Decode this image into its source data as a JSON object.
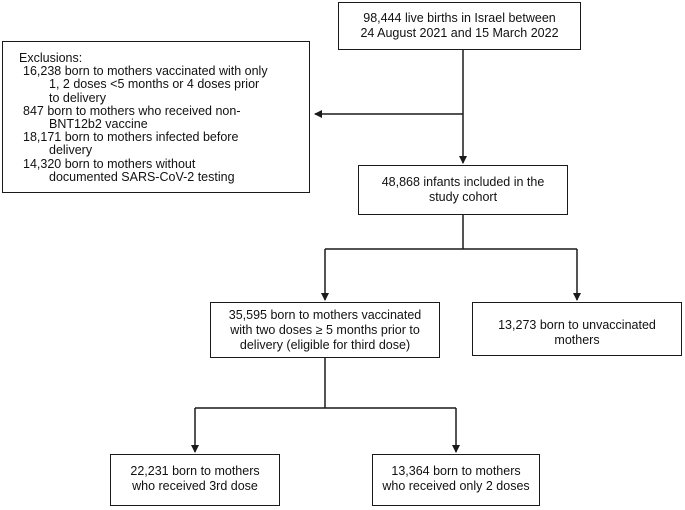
{
  "boxes": {
    "births": {
      "lines": [
        "98,444 live births in Israel between",
        "24 August 2021 and 15 March 2022"
      ]
    },
    "exclusions": {
      "title": "Exclusions:",
      "lines": [
        "16,238 born to mothers vaccinated with only",
        "1, 2 doses <5 months or 4 doses prior",
        "to delivery",
        "847 born to mothers who received non-",
        "BNT12b2 vaccine",
        "18,171 born to mothers infected before",
        "delivery",
        "14,320 born to mothers without",
        "documented SARS-CoV-2 testing"
      ]
    },
    "cohort": {
      "lines": [
        "48,868 infants included in the",
        "study cohort"
      ]
    },
    "vaccinated_two": {
      "lines": [
        "35,595 born to mothers vaccinated",
        "with two doses ≥ 5 months prior to",
        "delivery (eligible for third dose)"
      ]
    },
    "unvaccinated": {
      "lines": [
        "13,273 born to unvaccinated",
        "mothers"
      ]
    },
    "third_dose": {
      "lines": [
        "22,231 born to mothers",
        "who received 3rd dose"
      ]
    },
    "only_two": {
      "lines": [
        "13,364 born to mothers",
        "who received only 2 doses"
      ]
    }
  }
}
